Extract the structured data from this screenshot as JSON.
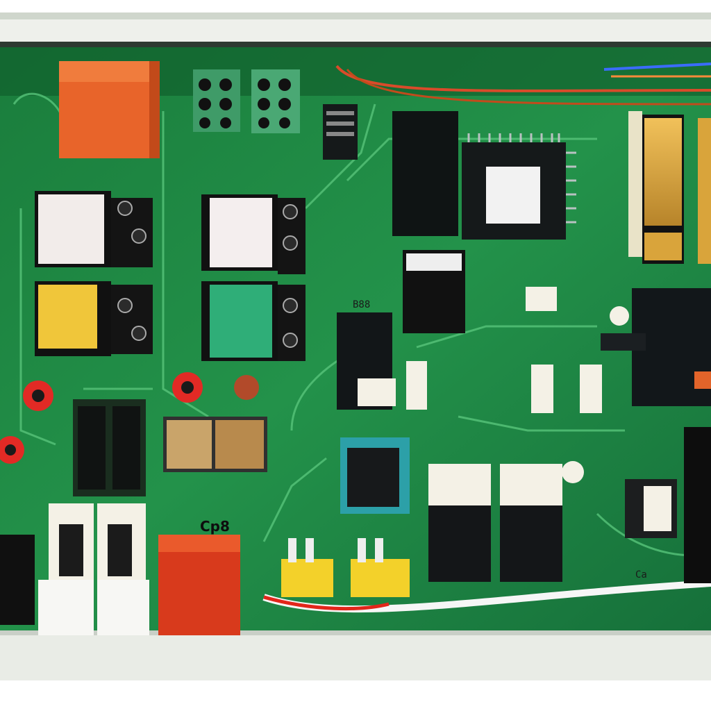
{
  "board": {
    "colors": {
      "enclosure": "#ecefe9",
      "pcb": "#1f8a44",
      "pcb_dark": "#126a33",
      "trace": "#46b46a",
      "relay_orange": "#e8642a",
      "relay_red": "#d83a1c",
      "relay_yellow": "#f0c63a",
      "relay_teal": "#2fae78",
      "chip_black": "#16191b",
      "connector_white": "#f4f1e6",
      "terminal_yellow": "#f3d12a",
      "gold": "#d9a43b"
    },
    "silkscreen": {
      "mid_label": "B88",
      "bottom_label": "Cp8",
      "corner_label": "Ca"
    }
  }
}
